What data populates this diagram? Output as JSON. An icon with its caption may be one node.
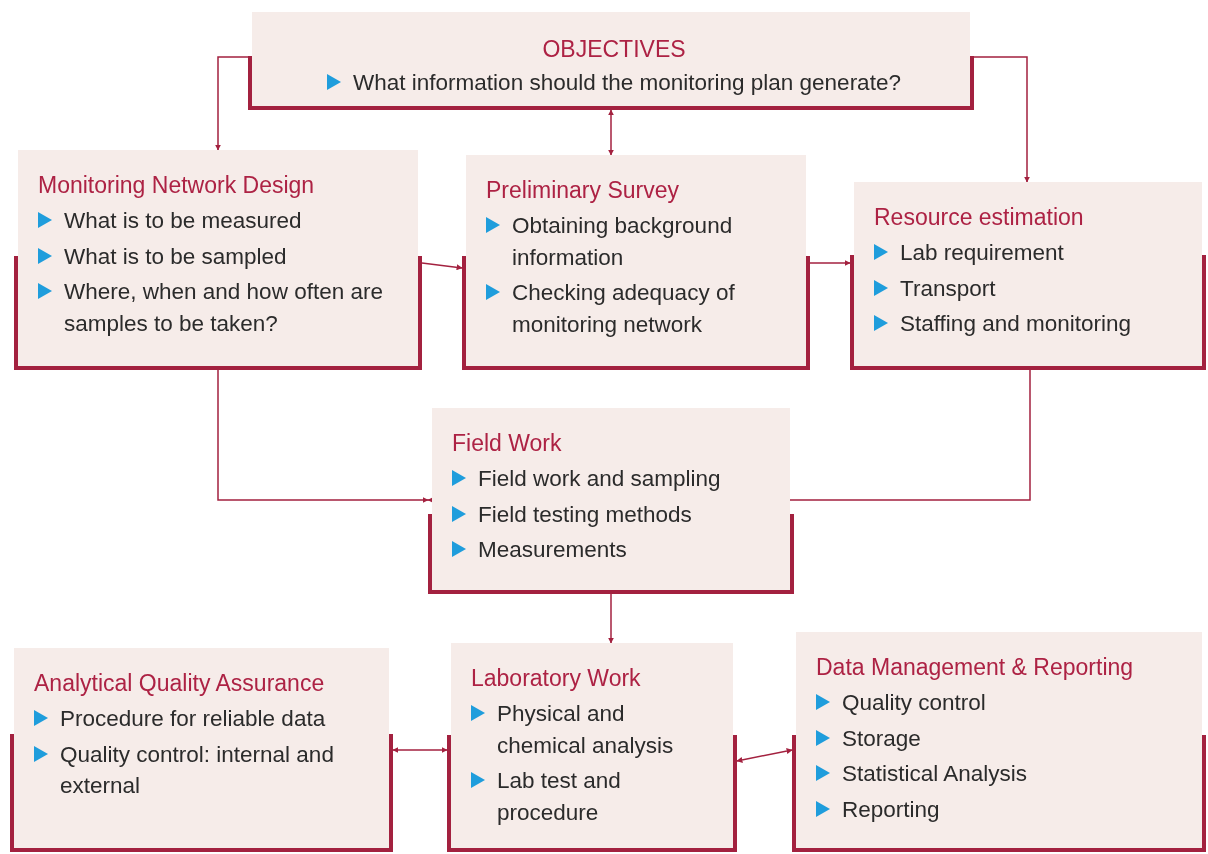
{
  "diagram": {
    "nodes": [
      {
        "text": [
          "OBJECTIVES",
          "What information should the monitoring plan generate?"
        ]
      },
      {
        "text": [
          "Monitoring Network Design",
          "What is to be measured",
          "What is to be sampled",
          "Where, when and how often are samples to be taken?"
        ]
      },
      {
        "text": [
          "Preliminary Survey",
          "Obtaining background information",
          "Checking adequacy of monitoring network"
        ]
      },
      {
        "text": [
          "Resource estimation",
          "Lab requirement",
          "Transport",
          "Staffing and monitoring"
        ]
      },
      {
        "text": [
          "Field Work",
          "Field work and sampling",
          "Field testing methods",
          "Measurements"
        ]
      },
      {
        "text": [
          "Analytical Quality Assurance",
          "Procedure for reliable data",
          "Quality control: internal and external"
        ]
      },
      {
        "text": [
          "Laboratory Work",
          "Physical and chemical analysis",
          "Lab test and procedure"
        ]
      },
      {
        "text": [
          "Data Management & Reporting",
          "Quality control",
          "Storage",
          "Statistical Analysis",
          "Reporting"
        ]
      }
    ],
    "edges": [
      {
        "from": 0,
        "to": 1,
        "arrow": "to"
      },
      {
        "from": 0,
        "to": 2,
        "arrow": "both"
      },
      {
        "from": 0,
        "to": 3,
        "arrow": "to"
      },
      {
        "from": 1,
        "to": 2,
        "arrow": "to"
      },
      {
        "from": 2,
        "to": 3,
        "arrow": "to"
      },
      {
        "from": 1,
        "to": 4,
        "arrow": "to"
      },
      {
        "from": 3,
        "to": 4,
        "arrow": "to"
      },
      {
        "from": 4,
        "to": 6,
        "arrow": "to"
      },
      {
        "from": 5,
        "to": 6,
        "arrow": "both"
      },
      {
        "from": 6,
        "to": 7,
        "arrow": "both"
      }
    ]
  }
}
